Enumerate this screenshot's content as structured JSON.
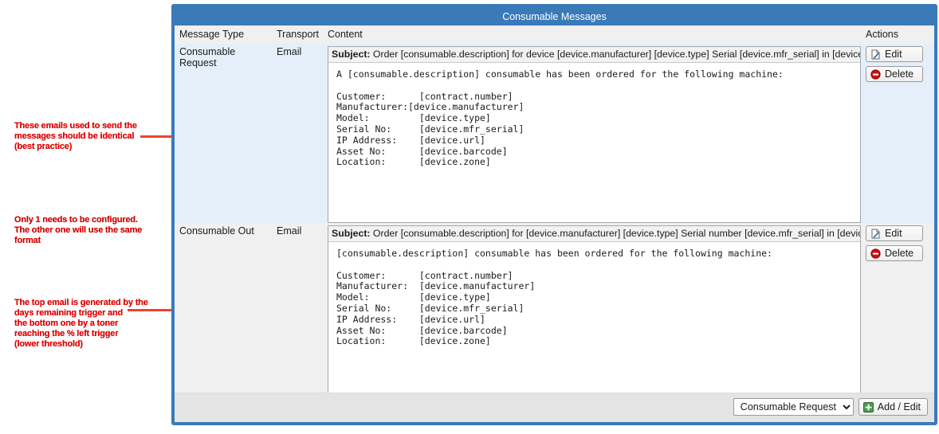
{
  "window": {
    "title": "Consumable Messages"
  },
  "table": {
    "headers": {
      "message_type": "Message Type",
      "transport": "Transport",
      "content": "Content",
      "actions": "Actions"
    },
    "rows": [
      {
        "message_type": "Consumable Request",
        "transport": "Email",
        "subject_label": "Subject:",
        "subject_text": " Order [consumable.description] for device [device.manufacturer] [device.type] Serial [device.mfr_serial] in [device.zone]",
        "body": "A [consumable.description] consumable has been ordered for the following machine:\n\nCustomer:      [contract.number]\nManufacturer:[device.manufacturer]\nModel:         [device.type]\nSerial No:     [device.mfr_serial]\nIP Address:    [device.url]\nAsset No:      [device.barcode]\nLocation:      [device.zone]",
        "edit_label": "Edit",
        "delete_label": "Delete"
      },
      {
        "message_type": "Consumable Out",
        "transport": "Email",
        "subject_label": "Subject:",
        "subject_text": " Order [consumable.description] for [device.manufacturer] [device.type] Serial number [device.mfr_serial] in [device.zone]",
        "body": "[consumable.description] consumable has been ordered for the following machine:\n\nCustomer:      [contract.number]\nManufacturer:  [device.manufacturer]\nModel:         [device.type]\nSerial No:     [device.mfr_serial]\nIP Address:    [device.url]\nAsset No:      [device.barcode]\nLocation:      [device.zone]",
        "edit_label": "Edit",
        "delete_label": "Delete"
      }
    ]
  },
  "footer": {
    "selected_type": "Consumable Request",
    "add_edit_label": "Add / Edit"
  },
  "annotations": [
    {
      "id": "anno-1",
      "text": "These emails used to send the\nmessages should be identical\n(best practice)"
    },
    {
      "id": "anno-2",
      "text": "Only 1 needs to be configured.\nThe other one will use the same\nformat"
    },
    {
      "id": "anno-3",
      "text": "The top email is generated by the\n days remaining trigger and\nthe bottom one by a toner\nreaching the % left trigger\n(lower threshold)"
    }
  ],
  "colors": {
    "title_bar": "#3a7ab8",
    "row_highlight": "#e5eff9",
    "row_plain": "#f0f0f0",
    "annotation_red": "#e00000",
    "arrow_red": "#ef4134",
    "delete_icon": "#cc1111",
    "add_icon": "#4c9a4c"
  }
}
